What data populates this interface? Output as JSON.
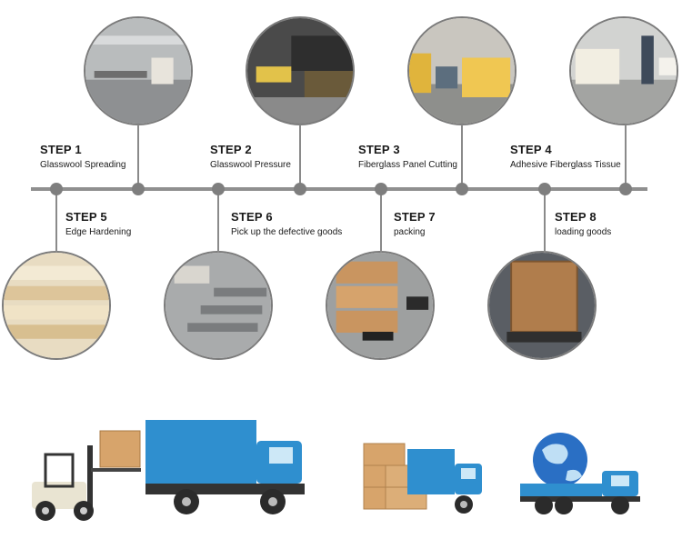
{
  "steps": [
    {
      "num": "STEP 1",
      "name": "Glasswool Spreading"
    },
    {
      "num": "STEP 2",
      "name": "Glasswool Pressure"
    },
    {
      "num": "STEP 3",
      "name": "Fiberglass Panel Cutting"
    },
    {
      "num": "STEP 4",
      "name": "Adhesive Fiberglass Tissue"
    },
    {
      "num": "STEP 5",
      "name": "Edge Hardening"
    },
    {
      "num": "STEP 6",
      "name": "Pick up the defective goods"
    },
    {
      "num": "STEP 7",
      "name": "packing"
    },
    {
      "num": "STEP 8",
      "name": "loading goods"
    }
  ],
  "colors": {
    "timeline": "#8f8f8f",
    "dot": "#7e7e7e",
    "truck_blue": "#2f8fcf",
    "box": "#d7a46b"
  },
  "icons": [
    "forklift-truck-icon",
    "boxes-truck-icon",
    "globe-truck-icon"
  ]
}
